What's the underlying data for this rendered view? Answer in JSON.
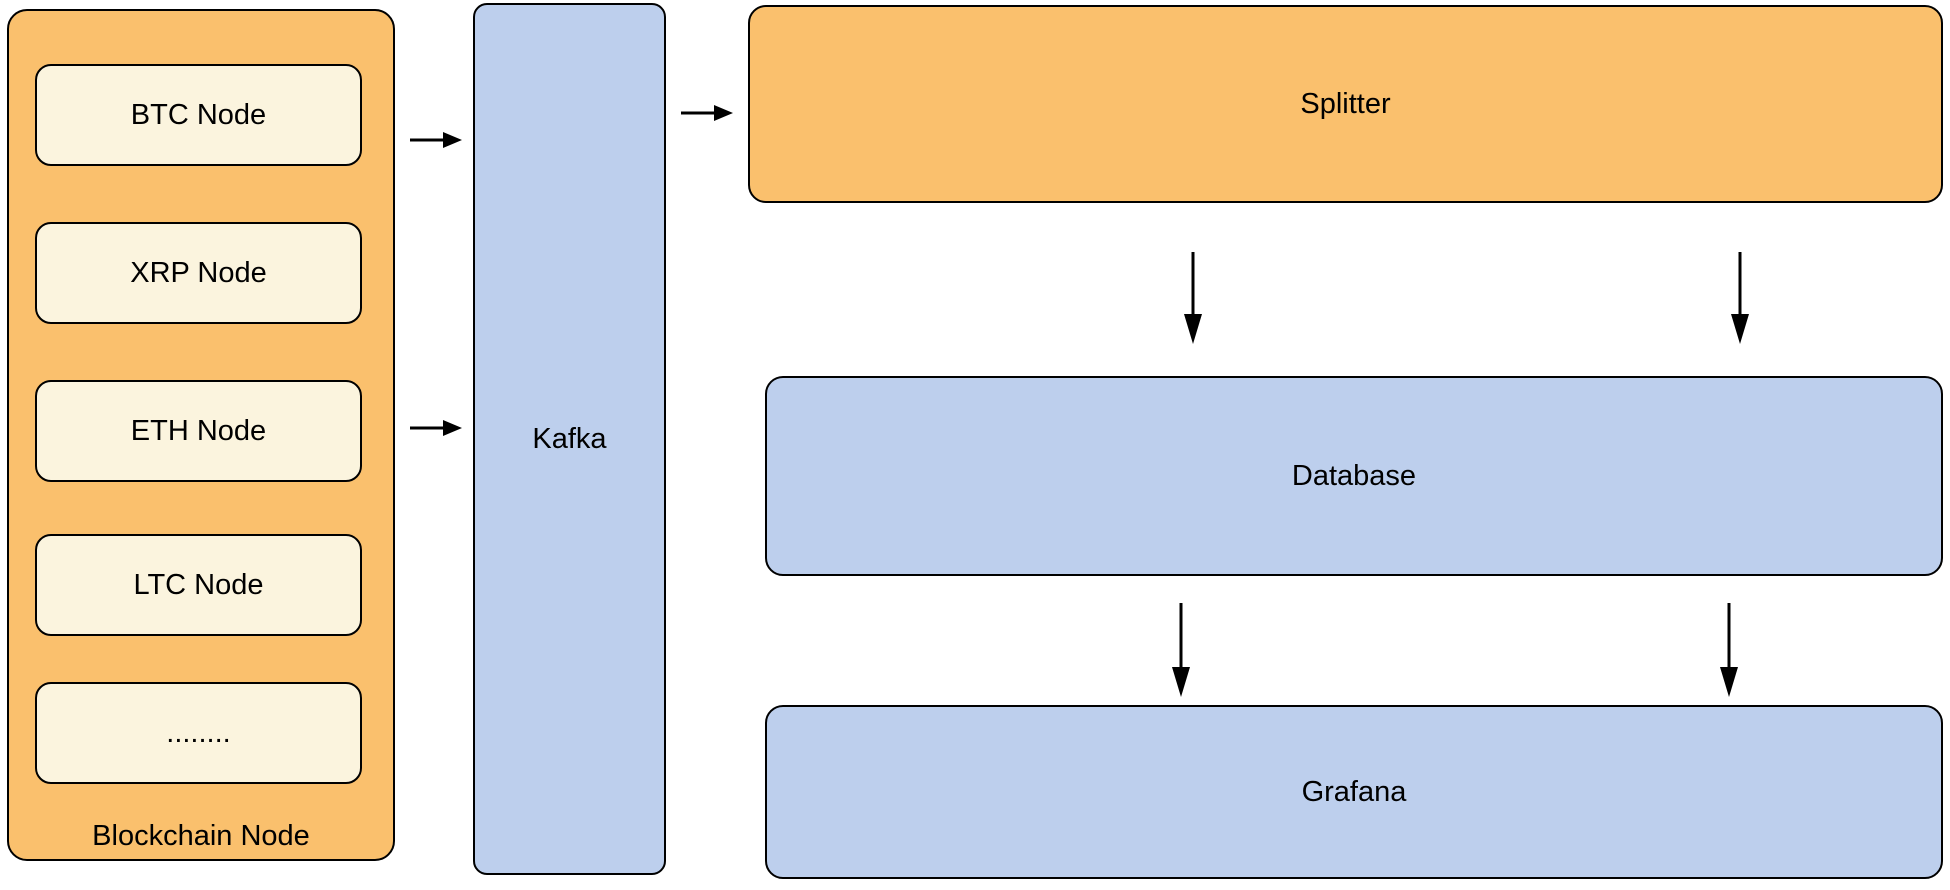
{
  "blockchain_group": {
    "label": "Blockchain Node",
    "nodes": [
      {
        "label": "BTC Node"
      },
      {
        "label": "XRP Node"
      },
      {
        "label": "ETH Node"
      },
      {
        "label": "LTC Node"
      },
      {
        "label": "........"
      }
    ]
  },
  "kafka": {
    "label": "Kafka"
  },
  "splitter": {
    "label": "Splitter"
  },
  "database": {
    "label": "Database"
  },
  "grafana": {
    "label": "Grafana"
  },
  "colors": {
    "group_fill": "#FAC06D",
    "node_fill": "#FBF4DE",
    "blue_fill": "#BDCFED",
    "stroke": "#000000",
    "text": "#000000",
    "background": "#FFFFFF"
  }
}
